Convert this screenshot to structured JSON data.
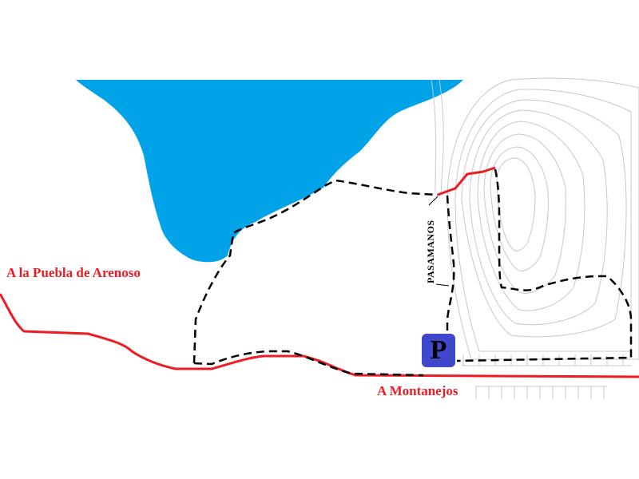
{
  "labels": {
    "puebla": "A la Puebla de Arenoso",
    "montanejos": "A Montanejos",
    "pasamanos": "PASAMANOS",
    "parking": "P"
  },
  "colors": {
    "water": "#00a2e8",
    "road": "#ed1c24",
    "trail": "#000000",
    "contour": "#c8c8c8",
    "parking": "#3f48cc",
    "text_red": "#ed1c24"
  },
  "icons": {
    "parking": "parking-icon"
  }
}
